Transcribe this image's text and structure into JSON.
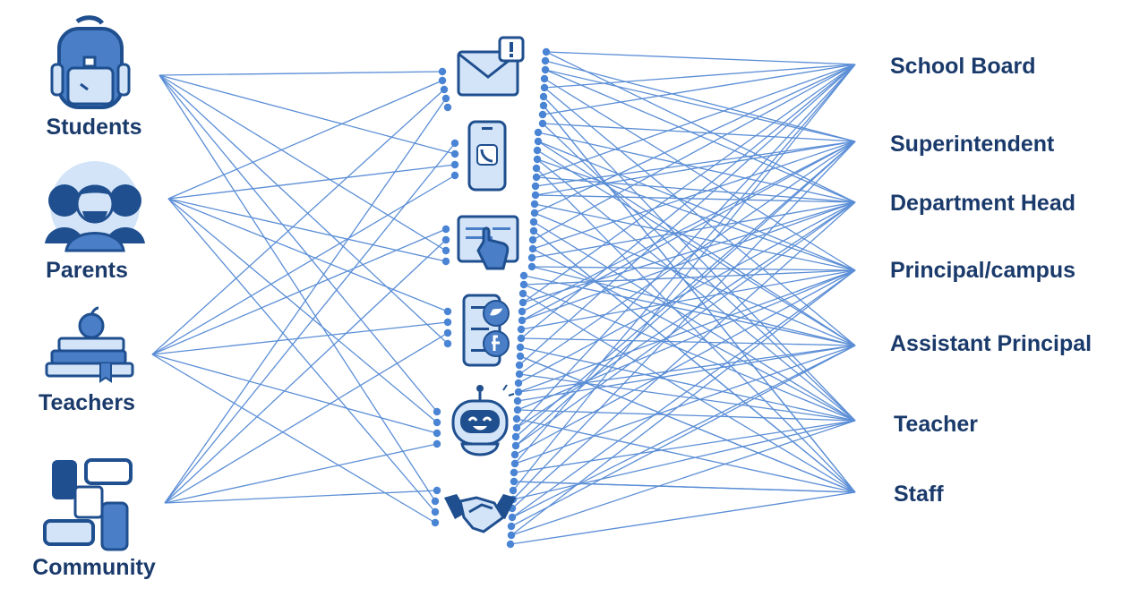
{
  "colors": {
    "line": "#5b8ed6",
    "dot": "#4a84d4",
    "icon_dark": "#1f4f8f",
    "icon_mid": "#4a7fc8",
    "icon_light": "#d3e4f8",
    "label": "#1a3a6b"
  },
  "groups": [
    {
      "name": "Students",
      "icon": "backpack-icon"
    },
    {
      "name": "Parents",
      "icon": "people-icon"
    },
    {
      "name": "Teachers",
      "icon": "books-apple-icon"
    },
    {
      "name": "Community",
      "icon": "hands-circle-icon"
    }
  ],
  "channels": [
    {
      "icon": "email-alert-icon"
    },
    {
      "icon": "phone-call-icon"
    },
    {
      "icon": "web-form-icon"
    },
    {
      "icon": "social-media-icon"
    },
    {
      "icon": "chatbot-icon"
    },
    {
      "icon": "handshake-icon"
    }
  ],
  "recipients": [
    {
      "name": "School Board"
    },
    {
      "name": "Superintendent"
    },
    {
      "name": "Department Head"
    },
    {
      "name": "Principal/campus"
    },
    {
      "name": "Assistant Principal"
    },
    {
      "name": "Teacher"
    },
    {
      "name": "Staff"
    }
  ]
}
